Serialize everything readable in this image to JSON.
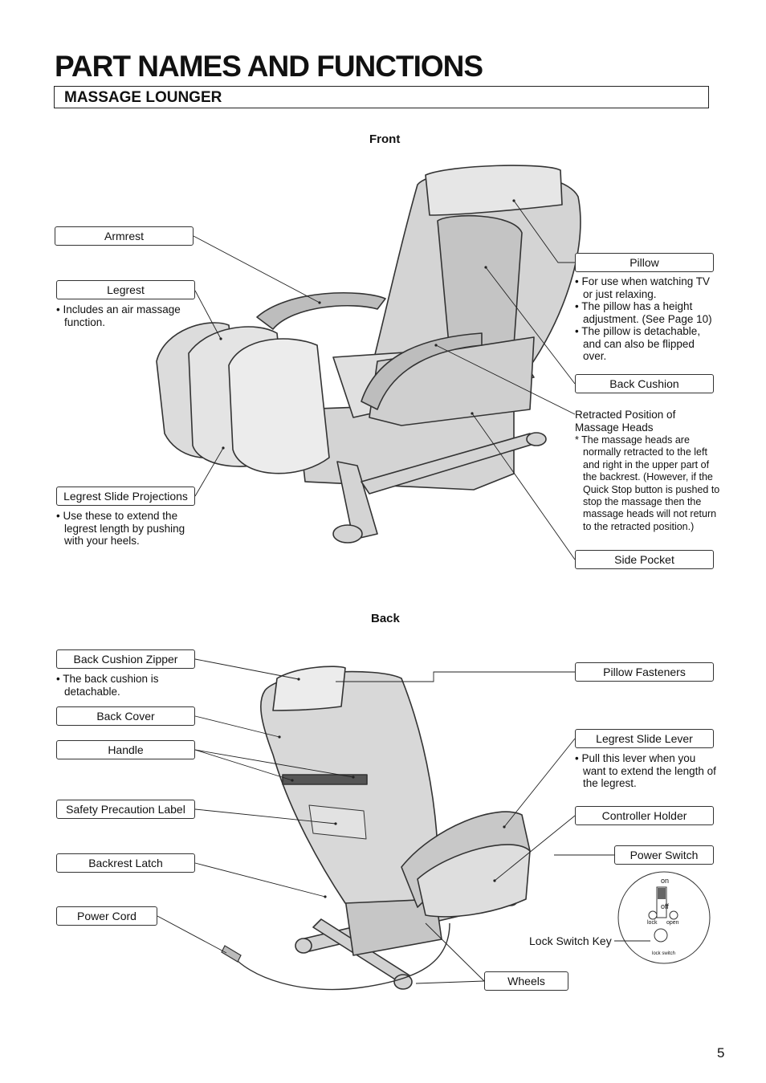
{
  "title": "PART NAMES AND FUNCTIONS",
  "section": "MASSAGE LOUNGER",
  "front": {
    "title": "Front",
    "labels": {
      "armrest": "Armrest",
      "legrest": "Legrest",
      "legrest_slide_projections": "Legrest Slide Projections",
      "pillow": "Pillow",
      "back_cushion": "Back Cushion",
      "retracted_position": [
        "Retracted Position of",
        "Massage Heads"
      ],
      "side_pocket": "Side Pocket"
    },
    "notes": {
      "legrest": [
        "• Includes an air massage function."
      ],
      "legrest_slide_projections": [
        "• Use these to extend the legrest length by pushing with your heels."
      ],
      "pillow": [
        "• For use when watching TV or just relaxing.",
        "• The pillow has a height adjustment. (See Page 10)",
        "• The pillow is detachable, and can also be flipped over."
      ],
      "retracted_position": "* The massage heads are normally retracted to the left and right in the upper part of the backrest. (However, if the Quick Stop button is pushed to stop the massage then the massage heads will not return to the retracted position.)"
    }
  },
  "back": {
    "title": "Back",
    "labels": {
      "back_cushion_zipper": "Back Cushion Zipper",
      "back_cover": "Back Cover",
      "handle": "Handle",
      "safety_label": "Safety Precaution Label",
      "backrest_latch": "Backrest Latch",
      "power_cord": "Power Cord",
      "pillow_fasteners": "Pillow Fasteners",
      "legrest_slide_lever": "Legrest Slide Lever",
      "controller_holder": "Controller Holder",
      "power_switch": "Power Switch",
      "lock_switch_key": "Lock Switch Key",
      "wheels": "Wheels"
    },
    "notes": {
      "back_cushion_zipper": [
        "• The back cushion is detachable."
      ],
      "legrest_slide_lever": [
        "• Pull this lever when you want to extend the length of the legrest."
      ]
    },
    "switch_inset": {
      "on": "on",
      "off": "off",
      "lock": "lock",
      "open": "open",
      "lock_switch": "lock switch"
    }
  },
  "page_number": "5"
}
